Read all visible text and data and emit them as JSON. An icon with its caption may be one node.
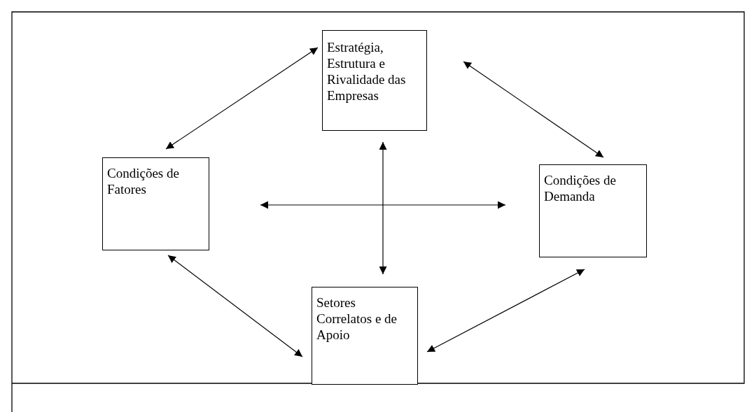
{
  "diagram": {
    "nodes": [
      {
        "text": [
          "Estratégia, Estrutura e Rivalidade das Empresas"
        ]
      },
      {
        "text": [
          "Condições de Fatores"
        ]
      },
      {
        "text": [
          "Condições de Demanda"
        ]
      },
      {
        "text": [
          "Setores Correlatos e de Apoio"
        ]
      }
    ],
    "edges": [
      {
        "from": 0,
        "to": 1,
        "arrow": "both"
      },
      {
        "from": 0,
        "to": 2,
        "arrow": "both"
      },
      {
        "from": 0,
        "to": 3,
        "arrow": "both"
      },
      {
        "from": 1,
        "to": 2,
        "arrow": "both"
      },
      {
        "from": 1,
        "to": 3,
        "arrow": "both"
      },
      {
        "from": 2,
        "to": 3,
        "arrow": "both"
      }
    ]
  }
}
